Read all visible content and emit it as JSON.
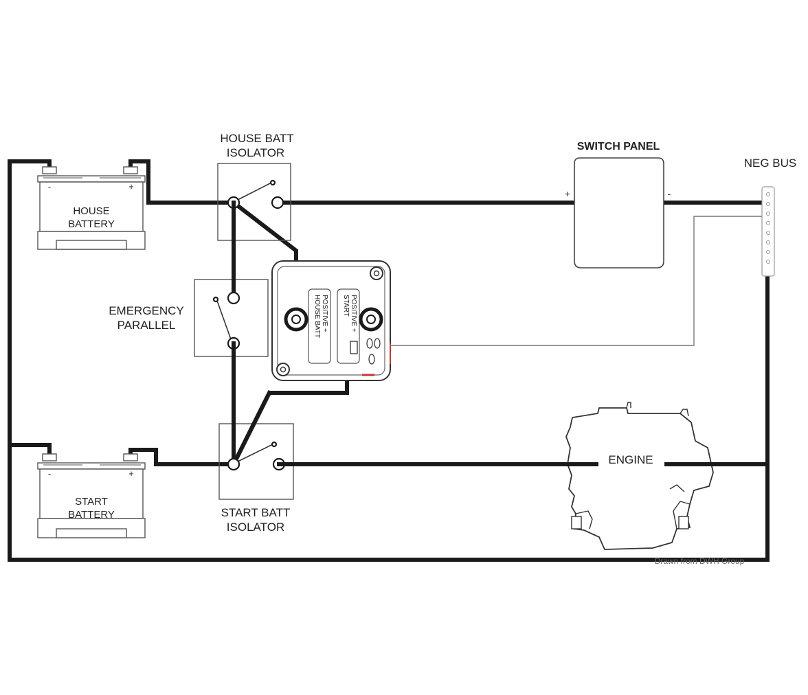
{
  "labels": {
    "house_batt_isolator": [
      "HOUSE BATT",
      "ISOLATOR"
    ],
    "switch_panel": "SWITCH PANEL",
    "neg_bus": "NEG BUS",
    "house_battery": [
      "HOUSE",
      "BATTERY"
    ],
    "emergency_parallel": [
      "EMERGENCY",
      "PARALLEL"
    ],
    "start_battery": [
      "START",
      "BATTERY"
    ],
    "start_batt_isolator": [
      "START BATT",
      "ISOLATOR"
    ],
    "engine": "ENGINE",
    "relay_house": [
      "HOUSE BATT",
      "POSITIVE +"
    ],
    "relay_start": [
      "START",
      "POSITIVE +"
    ],
    "panel_plus": "+",
    "panel_minus": "-",
    "battery_minus": "-",
    "battery_plus": "+",
    "credit": "Drawn from DWH Group"
  }
}
